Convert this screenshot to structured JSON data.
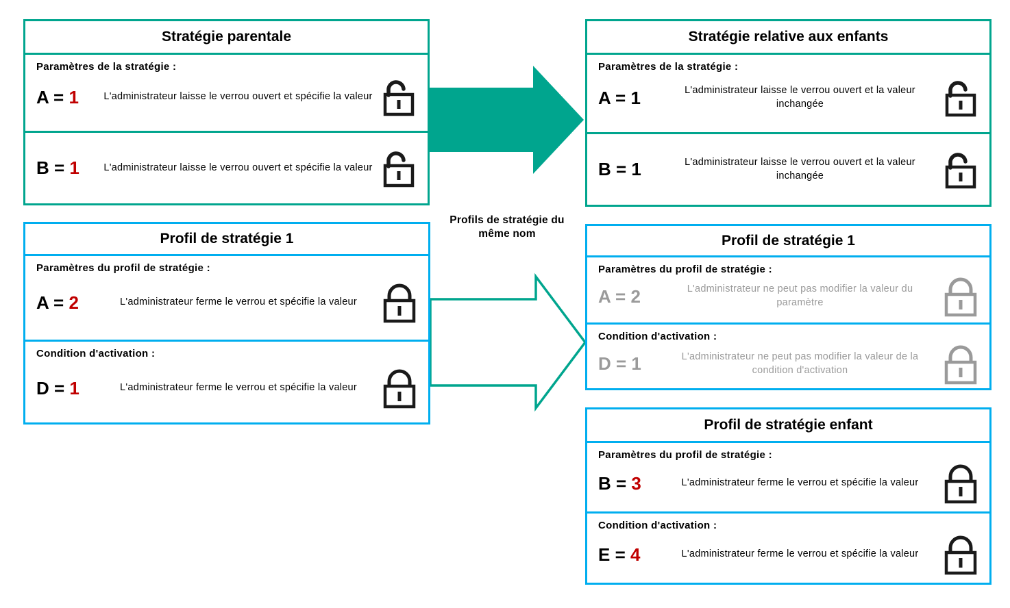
{
  "colors": {
    "teal": "#00a58e",
    "blue": "#00aeef",
    "red": "#c00000",
    "grey": "#9a9a9a",
    "black": "#1a1a1a"
  },
  "caption": {
    "line1": "Profils de stratégie du",
    "line2": "même nom"
  },
  "cards": {
    "parent_policy": {
      "title": "Stratégie parentale",
      "section_label": "Paramètres de la stratégie :",
      "rows": [
        {
          "key": "A = ",
          "value": "1",
          "desc": "L'administrateur laisse le verrou ouvert et spécifie la valeur",
          "lock": "unlocked-icon",
          "state": "active"
        },
        {
          "key": "B = ",
          "value": "1",
          "desc": "L'administrateur laisse le verrou ouvert et spécifie la valeur",
          "lock": "unlocked-icon",
          "state": "active"
        }
      ]
    },
    "child_policy": {
      "title": "Stratégie relative aux enfants",
      "section_label": "Paramètres de la stratégie :",
      "rows": [
        {
          "key": "A = 1",
          "value": "",
          "desc": "L'administrateur laisse le verrou ouvert et la valeur inchangée",
          "lock": "unlocked-icon",
          "state": "active"
        },
        {
          "key": "B = 1",
          "value": "",
          "desc": "L'administrateur laisse le verrou ouvert et la valeur inchangée",
          "lock": "unlocked-icon",
          "state": "active"
        }
      ]
    },
    "policy_profile_1_left": {
      "title": "Profil de stratégie 1",
      "sections": [
        {
          "label": "Paramètres du profil de stratégie :",
          "key": "A = ",
          "value": "2",
          "desc": "L'administrateur ferme le verrou et spécifie la valeur",
          "lock": "locked-icon",
          "state": "active"
        },
        {
          "label": "Condition d'activation :",
          "key": "D = ",
          "value": "1",
          "desc": "L'administrateur ferme le verrou et spécifie la valeur",
          "lock": "locked-icon",
          "state": "active"
        }
      ]
    },
    "policy_profile_1_right": {
      "title": "Profil de stratégie 1",
      "sections": [
        {
          "label": "Paramètres du profil de stratégie :",
          "key": "A = 2",
          "value": "",
          "desc": "L'administrateur ne peut pas modifier la valeur du paramètre",
          "lock": "locked-icon",
          "state": "disabled"
        },
        {
          "label": "Condition d'activation :",
          "key": "D = 1",
          "value": "",
          "desc": "L'administrateur ne peut pas modifier la valeur de la condition d'activation",
          "lock": "locked-icon",
          "state": "disabled"
        }
      ]
    },
    "child_policy_profile": {
      "title": "Profil de stratégie enfant",
      "sections": [
        {
          "label": "Paramètres du profil de stratégie :",
          "key": "B = ",
          "value": "3",
          "desc": "L'administrateur ferme le verrou et spécifie la valeur",
          "lock": "locked-icon",
          "state": "active"
        },
        {
          "label": "Condition d'activation :",
          "key": "E = ",
          "value": "4",
          "desc": "L'administrateur ferme le verrou et spécifie la valeur",
          "lock": "locked-icon",
          "state": "active"
        }
      ]
    }
  }
}
